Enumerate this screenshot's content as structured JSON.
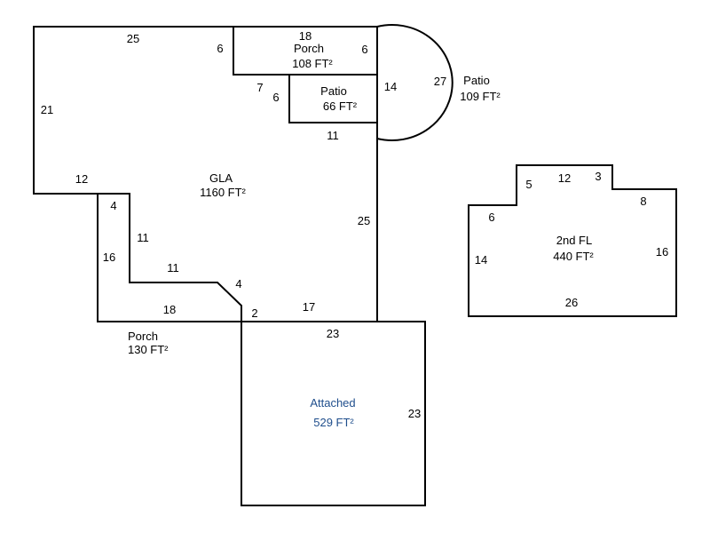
{
  "areas": {
    "gla": {
      "name": "GLA",
      "area": "1160 FT²"
    },
    "porch_top": {
      "name": "Porch",
      "area": "108 FT²"
    },
    "patio_small": {
      "name": "Patio",
      "area": "66 FT²"
    },
    "patio_round": {
      "name": "Patio",
      "area": "109 FT²"
    },
    "porch_left": {
      "name": "Porch",
      "area": "130 FT²"
    },
    "attached": {
      "name": "Attached",
      "area": "529 FT²",
      "color": "#1f4e8c"
    },
    "second_floor": {
      "name": "2nd FL",
      "area": "440 FT²"
    }
  },
  "dimensions": {
    "gla_top": "25",
    "gla_left": "21",
    "gla_step": "12",
    "gla_porch_left_side": "6",
    "gla_right": "25",
    "gla_bottom": "17",
    "gla_patio_bottom": "11",
    "gla_patio_notch_top": "7",
    "gla_patio_notch_side": "6",
    "porch_top_top": "18",
    "porch_top_right": "6",
    "patio_round_chord": "14",
    "patio_round_arc": "27",
    "porch_left_top": "4",
    "porch_left_left": "16",
    "porch_left_inner_side": "11",
    "porch_left_inner_top": "11",
    "porch_left_diag": "4",
    "porch_left_small": "2",
    "porch_left_bottom": "18",
    "attached_top": "23",
    "attached_right": "23",
    "fl2_left_top": "6",
    "fl2_step_left": "5",
    "fl2_top": "12",
    "fl2_step_right": "3",
    "fl2_right_top": "8",
    "fl2_left": "14",
    "fl2_right": "16",
    "fl2_bottom": "26"
  }
}
